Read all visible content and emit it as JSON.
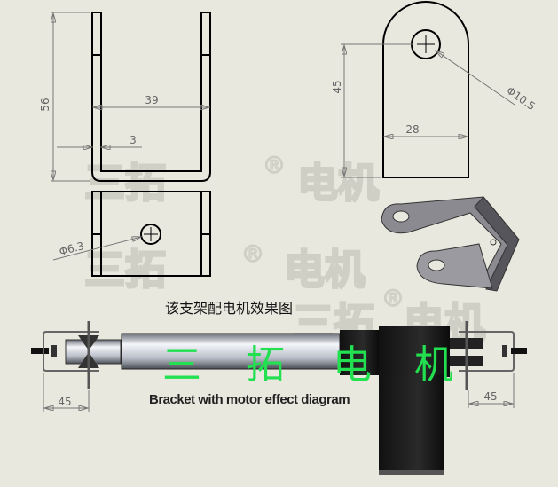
{
  "dimensions": {
    "front_height": "56",
    "inner_width": "39",
    "thickness": "3",
    "hole_small": "Φ6.3",
    "clevis_height": "45",
    "clevis_width": "28",
    "hole_large": "Φ10.5",
    "left_bracket": "45",
    "right_bracket": "45"
  },
  "watermark": {
    "brand": "三拓",
    "registered": "®",
    "motor": "电机"
  },
  "caption_cn": "该支架配电机效果图",
  "caption_en": "Bracket with motor effect diagram",
  "overlay_chars": [
    "三",
    "拓",
    "电",
    "机"
  ],
  "colors": {
    "background": "#e9e8df",
    "overlay_text": "#22e050",
    "line": "#000000",
    "dimension": "#666666"
  }
}
